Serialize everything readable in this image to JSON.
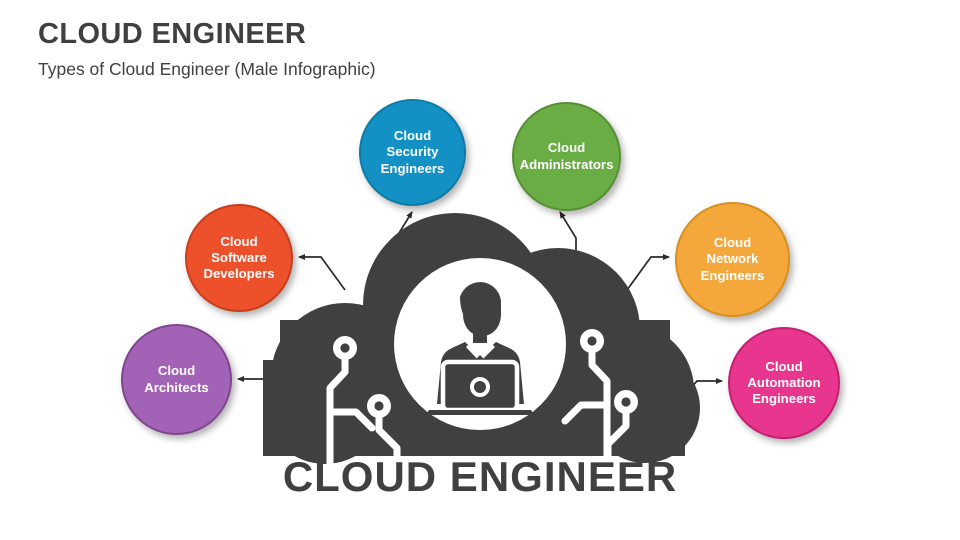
{
  "header": {
    "title": "CLOUD ENGINEER",
    "subtitle": "Types of Cloud Engineer (Male Infographic)"
  },
  "center": {
    "caption": "CLOUD ENGINEER",
    "illustration": "cloud-with-engineer-icon",
    "cloud_color": "#404040",
    "person_icon": "businessman-with-laptop-icon",
    "circuit_icon": "circuit-trace-nodes-icon"
  },
  "nodes": [
    {
      "id": "security",
      "label": "Cloud\nSecurity\nEngineers",
      "color": "#1391c4",
      "border_color": "#0e7aa6",
      "position": "top-left"
    },
    {
      "id": "admins",
      "label": "Cloud\nAdministrators",
      "color": "#6aad44",
      "border_color": "#558f33",
      "position": "top-right"
    },
    {
      "id": "developers",
      "label": "Cloud\nSoftware\nDevelopers",
      "color": "#ed512c",
      "border_color": "#c93d1c",
      "position": "mid-left"
    },
    {
      "id": "network",
      "label": "Cloud\nNetwork\nEngineers",
      "color": "#f4a83c",
      "border_color": "#d8901f",
      "position": "mid-right"
    },
    {
      "id": "architects",
      "label": "Cloud\nArchitects",
      "color": "#a263b6",
      "border_color": "#81458f",
      "position": "bottom-left"
    },
    {
      "id": "automation",
      "label": "Cloud\nAutomation\nEngineers",
      "color": "#e8368f",
      "border_color": "#c51e73",
      "position": "bottom-right"
    }
  ],
  "connectors": {
    "color": "#2b2b2b",
    "count": 6
  },
  "theme": {
    "background": "#ffffff",
    "text_dark": "#404040",
    "text_light": "#ffffff"
  }
}
